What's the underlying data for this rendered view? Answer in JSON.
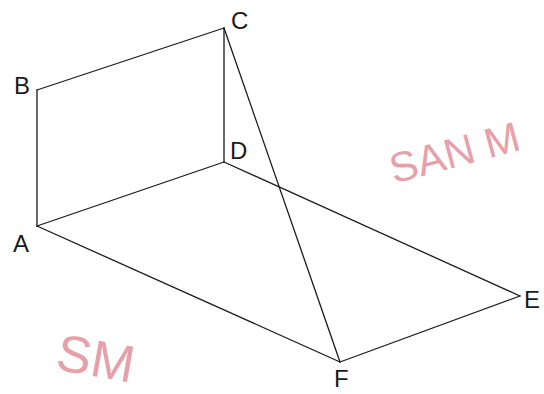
{
  "diagram": {
    "labels": [
      "B",
      "C",
      "D",
      "A",
      "E",
      "F",
      "SAN M",
      "SM"
    ]
  }
}
